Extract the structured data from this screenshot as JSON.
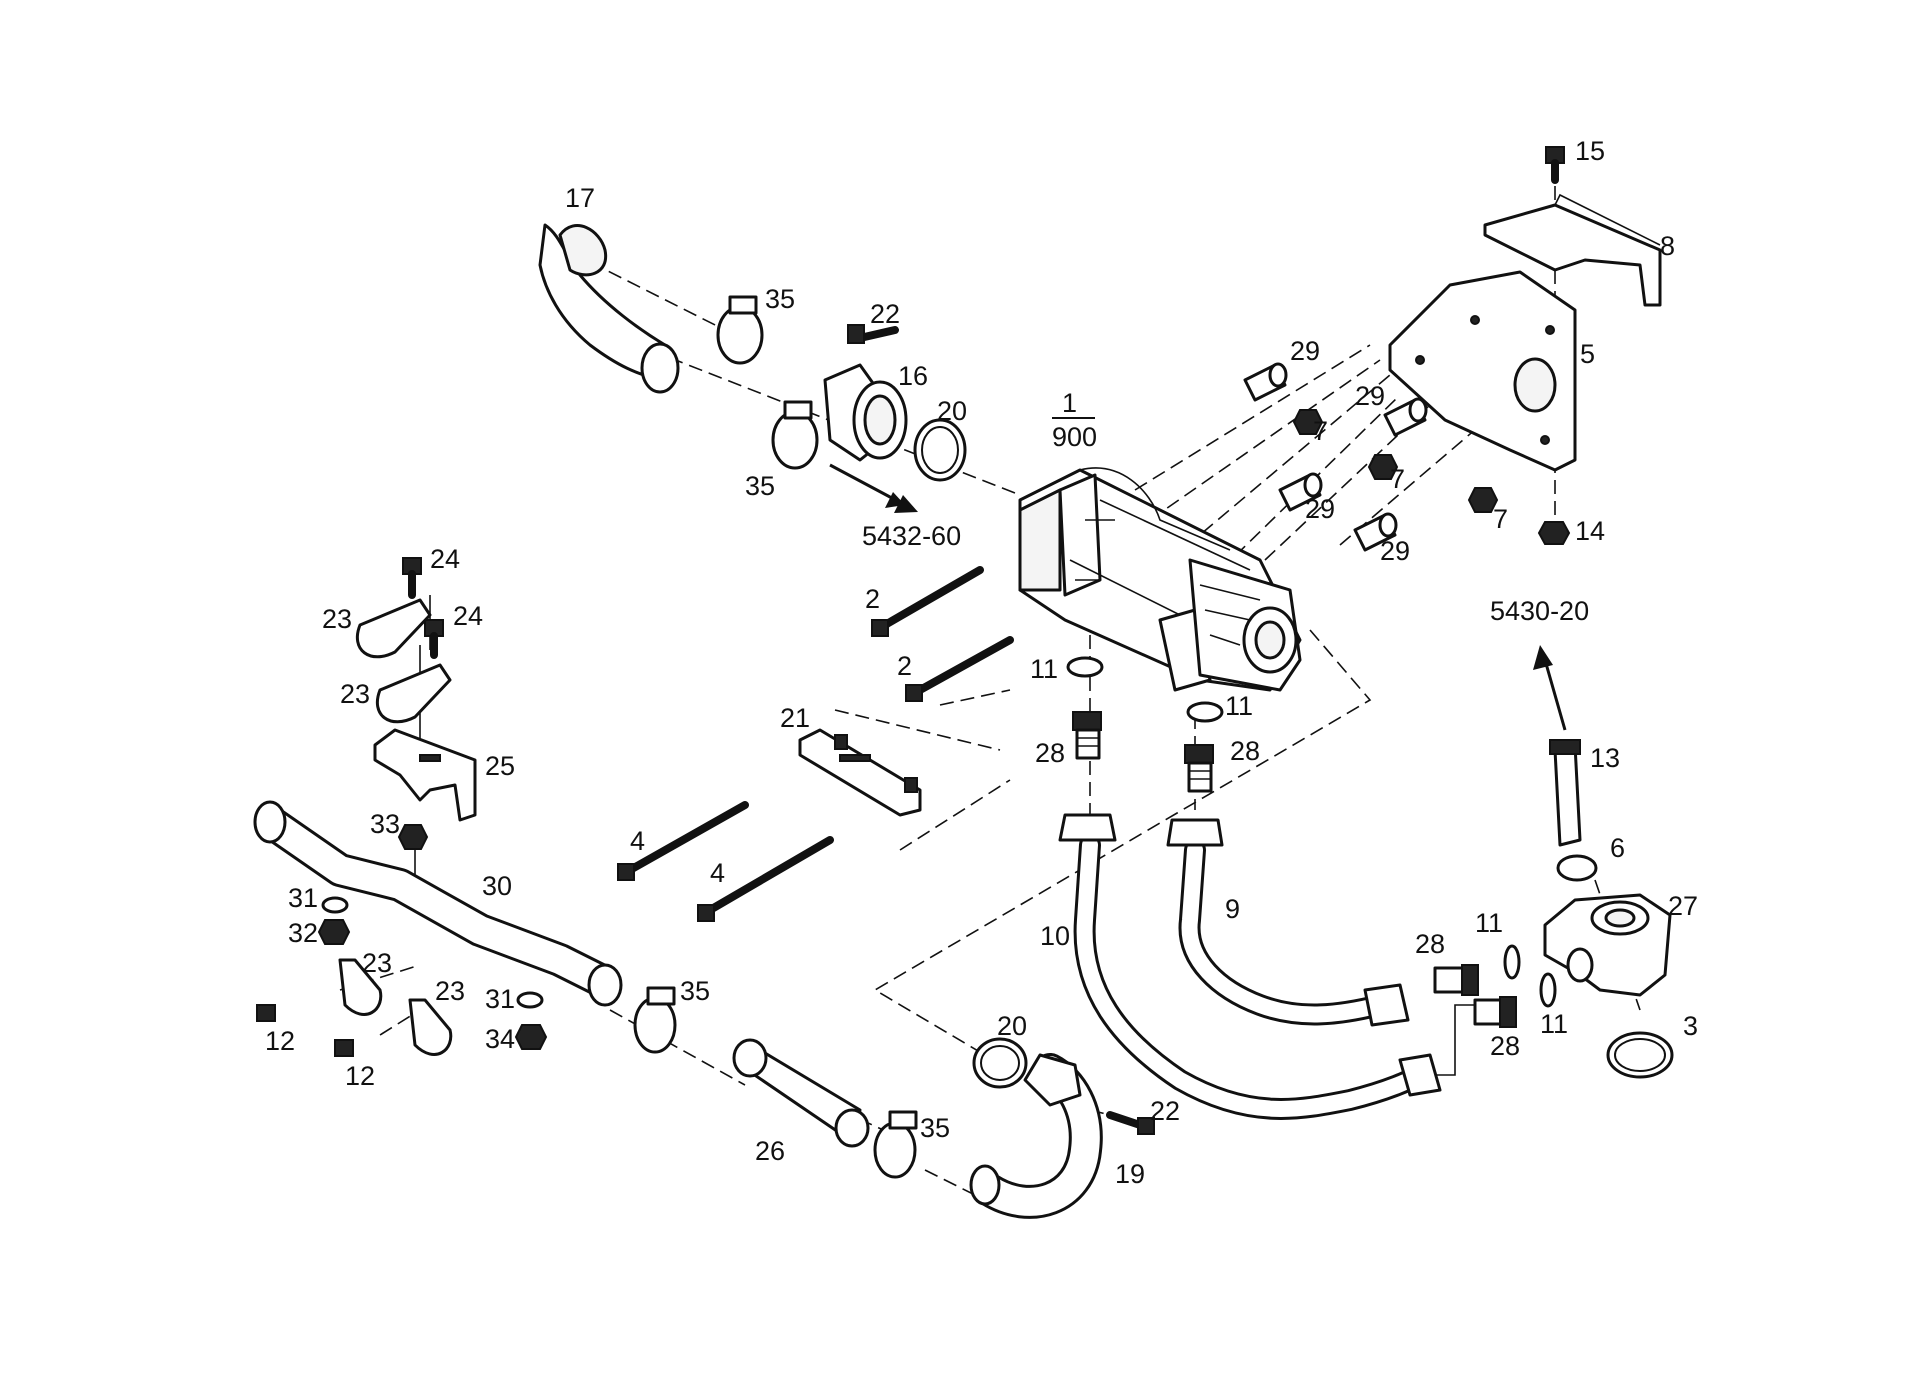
{
  "colors": {
    "line": "#111111",
    "background": "#ffffff"
  },
  "callouts": [
    {
      "id": "c1",
      "text": "1"
    },
    {
      "id": "c900",
      "text": "900"
    },
    {
      "id": "c2a",
      "text": "2"
    },
    {
      "id": "c2b",
      "text": "2"
    },
    {
      "id": "c3",
      "text": "3"
    },
    {
      "id": "c4a",
      "text": "4"
    },
    {
      "id": "c4b",
      "text": "4"
    },
    {
      "id": "c5",
      "text": "5"
    },
    {
      "id": "c6",
      "text": "6"
    },
    {
      "id": "c7a",
      "text": "7"
    },
    {
      "id": "c7b",
      "text": "7"
    },
    {
      "id": "c7c",
      "text": "7"
    },
    {
      "id": "c8",
      "text": "8"
    },
    {
      "id": "c9",
      "text": "9"
    },
    {
      "id": "c10",
      "text": "10"
    },
    {
      "id": "c11a",
      "text": "11"
    },
    {
      "id": "c11b",
      "text": "11"
    },
    {
      "id": "c11c",
      "text": "11"
    },
    {
      "id": "c11d",
      "text": "11"
    },
    {
      "id": "c12a",
      "text": "12"
    },
    {
      "id": "c12b",
      "text": "12"
    },
    {
      "id": "c13",
      "text": "13"
    },
    {
      "id": "c14",
      "text": "14"
    },
    {
      "id": "c15",
      "text": "15"
    },
    {
      "id": "c16",
      "text": "16"
    },
    {
      "id": "c17",
      "text": "17"
    },
    {
      "id": "c19",
      "text": "19"
    },
    {
      "id": "c20a",
      "text": "20"
    },
    {
      "id": "c20b",
      "text": "20"
    },
    {
      "id": "c21",
      "text": "21"
    },
    {
      "id": "c22a",
      "text": "22"
    },
    {
      "id": "c22b",
      "text": "22"
    },
    {
      "id": "c23a",
      "text": "23"
    },
    {
      "id": "c23b",
      "text": "23"
    },
    {
      "id": "c23c",
      "text": "23"
    },
    {
      "id": "c23d",
      "text": "23"
    },
    {
      "id": "c24a",
      "text": "24"
    },
    {
      "id": "c24b",
      "text": "24"
    },
    {
      "id": "c25",
      "text": "25"
    },
    {
      "id": "c26",
      "text": "26"
    },
    {
      "id": "c27",
      "text": "27"
    },
    {
      "id": "c28a",
      "text": "28"
    },
    {
      "id": "c28b",
      "text": "28"
    },
    {
      "id": "c28c",
      "text": "28"
    },
    {
      "id": "c28d",
      "text": "28"
    },
    {
      "id": "c29a",
      "text": "29"
    },
    {
      "id": "c29b",
      "text": "29"
    },
    {
      "id": "c29c",
      "text": "29"
    },
    {
      "id": "c29d",
      "text": "29"
    },
    {
      "id": "c30",
      "text": "30"
    },
    {
      "id": "c31a",
      "text": "31"
    },
    {
      "id": "c31b",
      "text": "31"
    },
    {
      "id": "c32",
      "text": "32"
    },
    {
      "id": "c33",
      "text": "33"
    },
    {
      "id": "c34",
      "text": "34"
    },
    {
      "id": "c35a",
      "text": "35"
    },
    {
      "id": "c35b",
      "text": "35"
    },
    {
      "id": "c35c",
      "text": "35"
    },
    {
      "id": "c35d",
      "text": "35"
    }
  ],
  "references": [
    {
      "id": "ref5432",
      "text": "5432-60"
    },
    {
      "id": "ref5430",
      "text": "5430-20"
    }
  ]
}
